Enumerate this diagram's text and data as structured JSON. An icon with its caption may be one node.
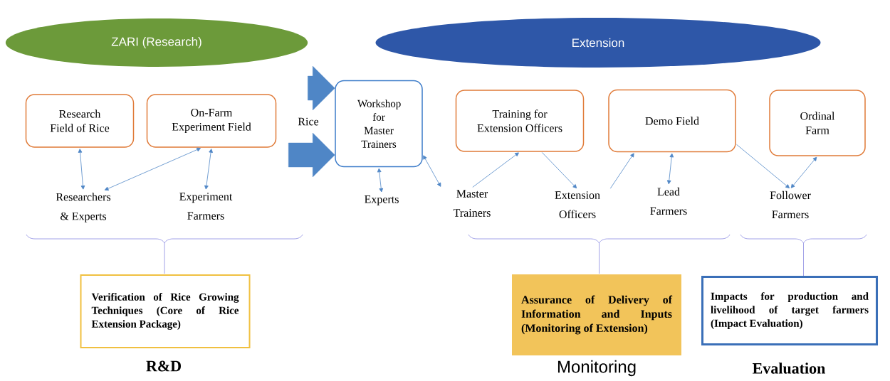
{
  "diagram": {
    "nodes": [
      {
        "text": [
          "ZARI (Research)"
        ]
      },
      {
        "text": [
          "Extension"
        ]
      },
      {
        "text": [
          "Research Field of Rice"
        ]
      },
      {
        "text": [
          "On-Farm Experiment Field"
        ]
      },
      {
        "text": [
          "Workshop for Master Trainers"
        ]
      },
      {
        "text": [
          "Training for Extension Officers"
        ]
      },
      {
        "text": [
          "Demo Field"
        ]
      },
      {
        "text": [
          "Ordinal Farm"
        ]
      },
      {
        "text": [
          "Researchers & Experts"
        ]
      },
      {
        "text": [
          "Experiment Farmers"
        ]
      },
      {
        "text": [
          "Experts"
        ]
      },
      {
        "text": [
          "Master Trainers"
        ]
      },
      {
        "text": [
          "Extension Officers"
        ]
      },
      {
        "text": [
          "Lead Farmers"
        ]
      },
      {
        "text": [
          "Follower Farmers"
        ]
      },
      {
        "text": [
          "Verification of Rice Growing Techniques (Core of Rice Extension Package)"
        ],
        "beside": [
          "R&D"
        ]
      },
      {
        "text": [
          "Assurance of Delivery of Information and Inputs (Monitoring of Extension)"
        ],
        "beside": [
          "Monitoring"
        ]
      },
      {
        "text": [
          "Impacts for production and livelihood of target farmers (Impact Evaluation)"
        ],
        "beside": [
          "Evaluation"
        ]
      }
    ],
    "edges": [
      {
        "from": 0,
        "to": 4,
        "arrow": "to",
        "style": "thick"
      },
      {
        "from": 3,
        "to": 4,
        "arrow": "to",
        "style": "thick"
      },
      {
        "from": 2,
        "to": 8,
        "arrow": "both"
      },
      {
        "from": 3,
        "to": 8,
        "arrow": "both"
      },
      {
        "from": 3,
        "to": 9,
        "arrow": "both"
      },
      {
        "from": 4,
        "to": 10,
        "arrow": "both"
      },
      {
        "from": 4,
        "to": 11,
        "arrow": "both"
      },
      {
        "from": 11,
        "to": 5,
        "arrow": "to"
      },
      {
        "from": 5,
        "to": 12,
        "arrow": "to"
      },
      {
        "from": 12,
        "to": 6,
        "arrow": "to"
      },
      {
        "from": 6,
        "to": 13,
        "arrow": "both"
      },
      {
        "from": 6,
        "to": 14,
        "arrow": "to"
      },
      {
        "from": 14,
        "to": 7,
        "arrow": "both"
      }
    ],
    "labels": [
      "Rice"
    ]
  }
}
